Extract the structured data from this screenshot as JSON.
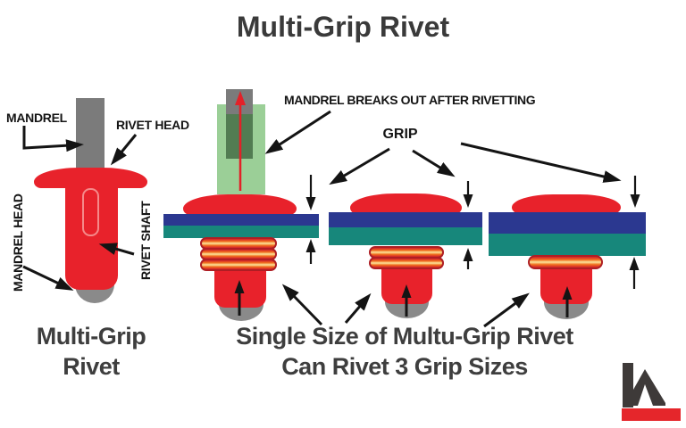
{
  "title": "Multi-Grip Rivet",
  "left_diagram": {
    "labels": {
      "mandrel": "MANDREL",
      "rivet_head": "RIVET HEAD",
      "mandrel_head": "MANDREL HEAD",
      "rivet_shaft": "RIVET SHAFT"
    },
    "caption_line1": "Multi-Grip",
    "caption_line2": "Rivet"
  },
  "riveted_sequence": {
    "annotation_mandrel_breaks": "MANDREL BREAKS OUT AFTER RIVETTING",
    "annotation_grip": "GRIP",
    "caption_line1": "Single Size of Multu-Grip Rivet",
    "caption_line2": "Can Rivet 3 Grip Sizes"
  },
  "colors": {
    "rivet_red": "#e8222b",
    "mandrel_gray": "#7b7b7b",
    "plate_blue": "#2b3890",
    "plate_teal": "#17877b",
    "sleeve_light_green": "#9bcf97",
    "sleeve_dark_green": "#527c52",
    "bulge_orange": "#f2701f",
    "bulge_yellow": "#fbe79e",
    "annotation_black": "#141414",
    "caption_gray": "#3e3e3e",
    "logo_charcoal": "#3e3a39",
    "logo_red": "#e5262b"
  }
}
